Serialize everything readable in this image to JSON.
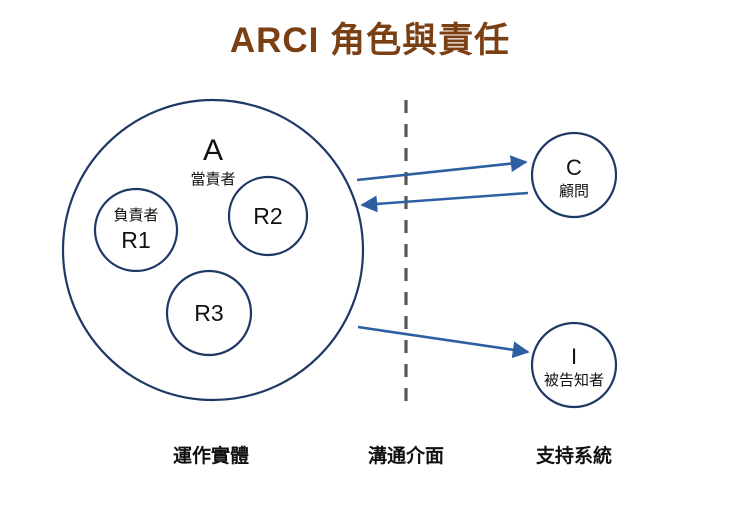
{
  "diagram": {
    "title": "ARCI 角色與責任",
    "title_color": "#7b3f14",
    "background_color": "#ffffff",
    "circle_stroke_color": "#1f3864",
    "arrow_color": "#2e5fa3",
    "divider_color": "#565656",
    "accountable_circle": {
      "letter": "A",
      "sub": "當責者"
    },
    "responsible_circles": [
      {
        "sub": "負責者",
        "letter": "R1"
      },
      {
        "sub": "",
        "letter": "R2"
      },
      {
        "sub": "",
        "letter": "R3"
      }
    ],
    "support_circles": [
      {
        "letter": "C",
        "sub": "顧問"
      },
      {
        "letter": "I",
        "sub": "被告知者"
      }
    ],
    "zone_labels": [
      "運作實體",
      "溝通介面",
      "支持系統"
    ],
    "connectors": [
      {
        "name": "a-to-c",
        "direction": "right"
      },
      {
        "name": "c-to-a",
        "direction": "left"
      },
      {
        "name": "a-to-i",
        "direction": "right"
      }
    ]
  }
}
